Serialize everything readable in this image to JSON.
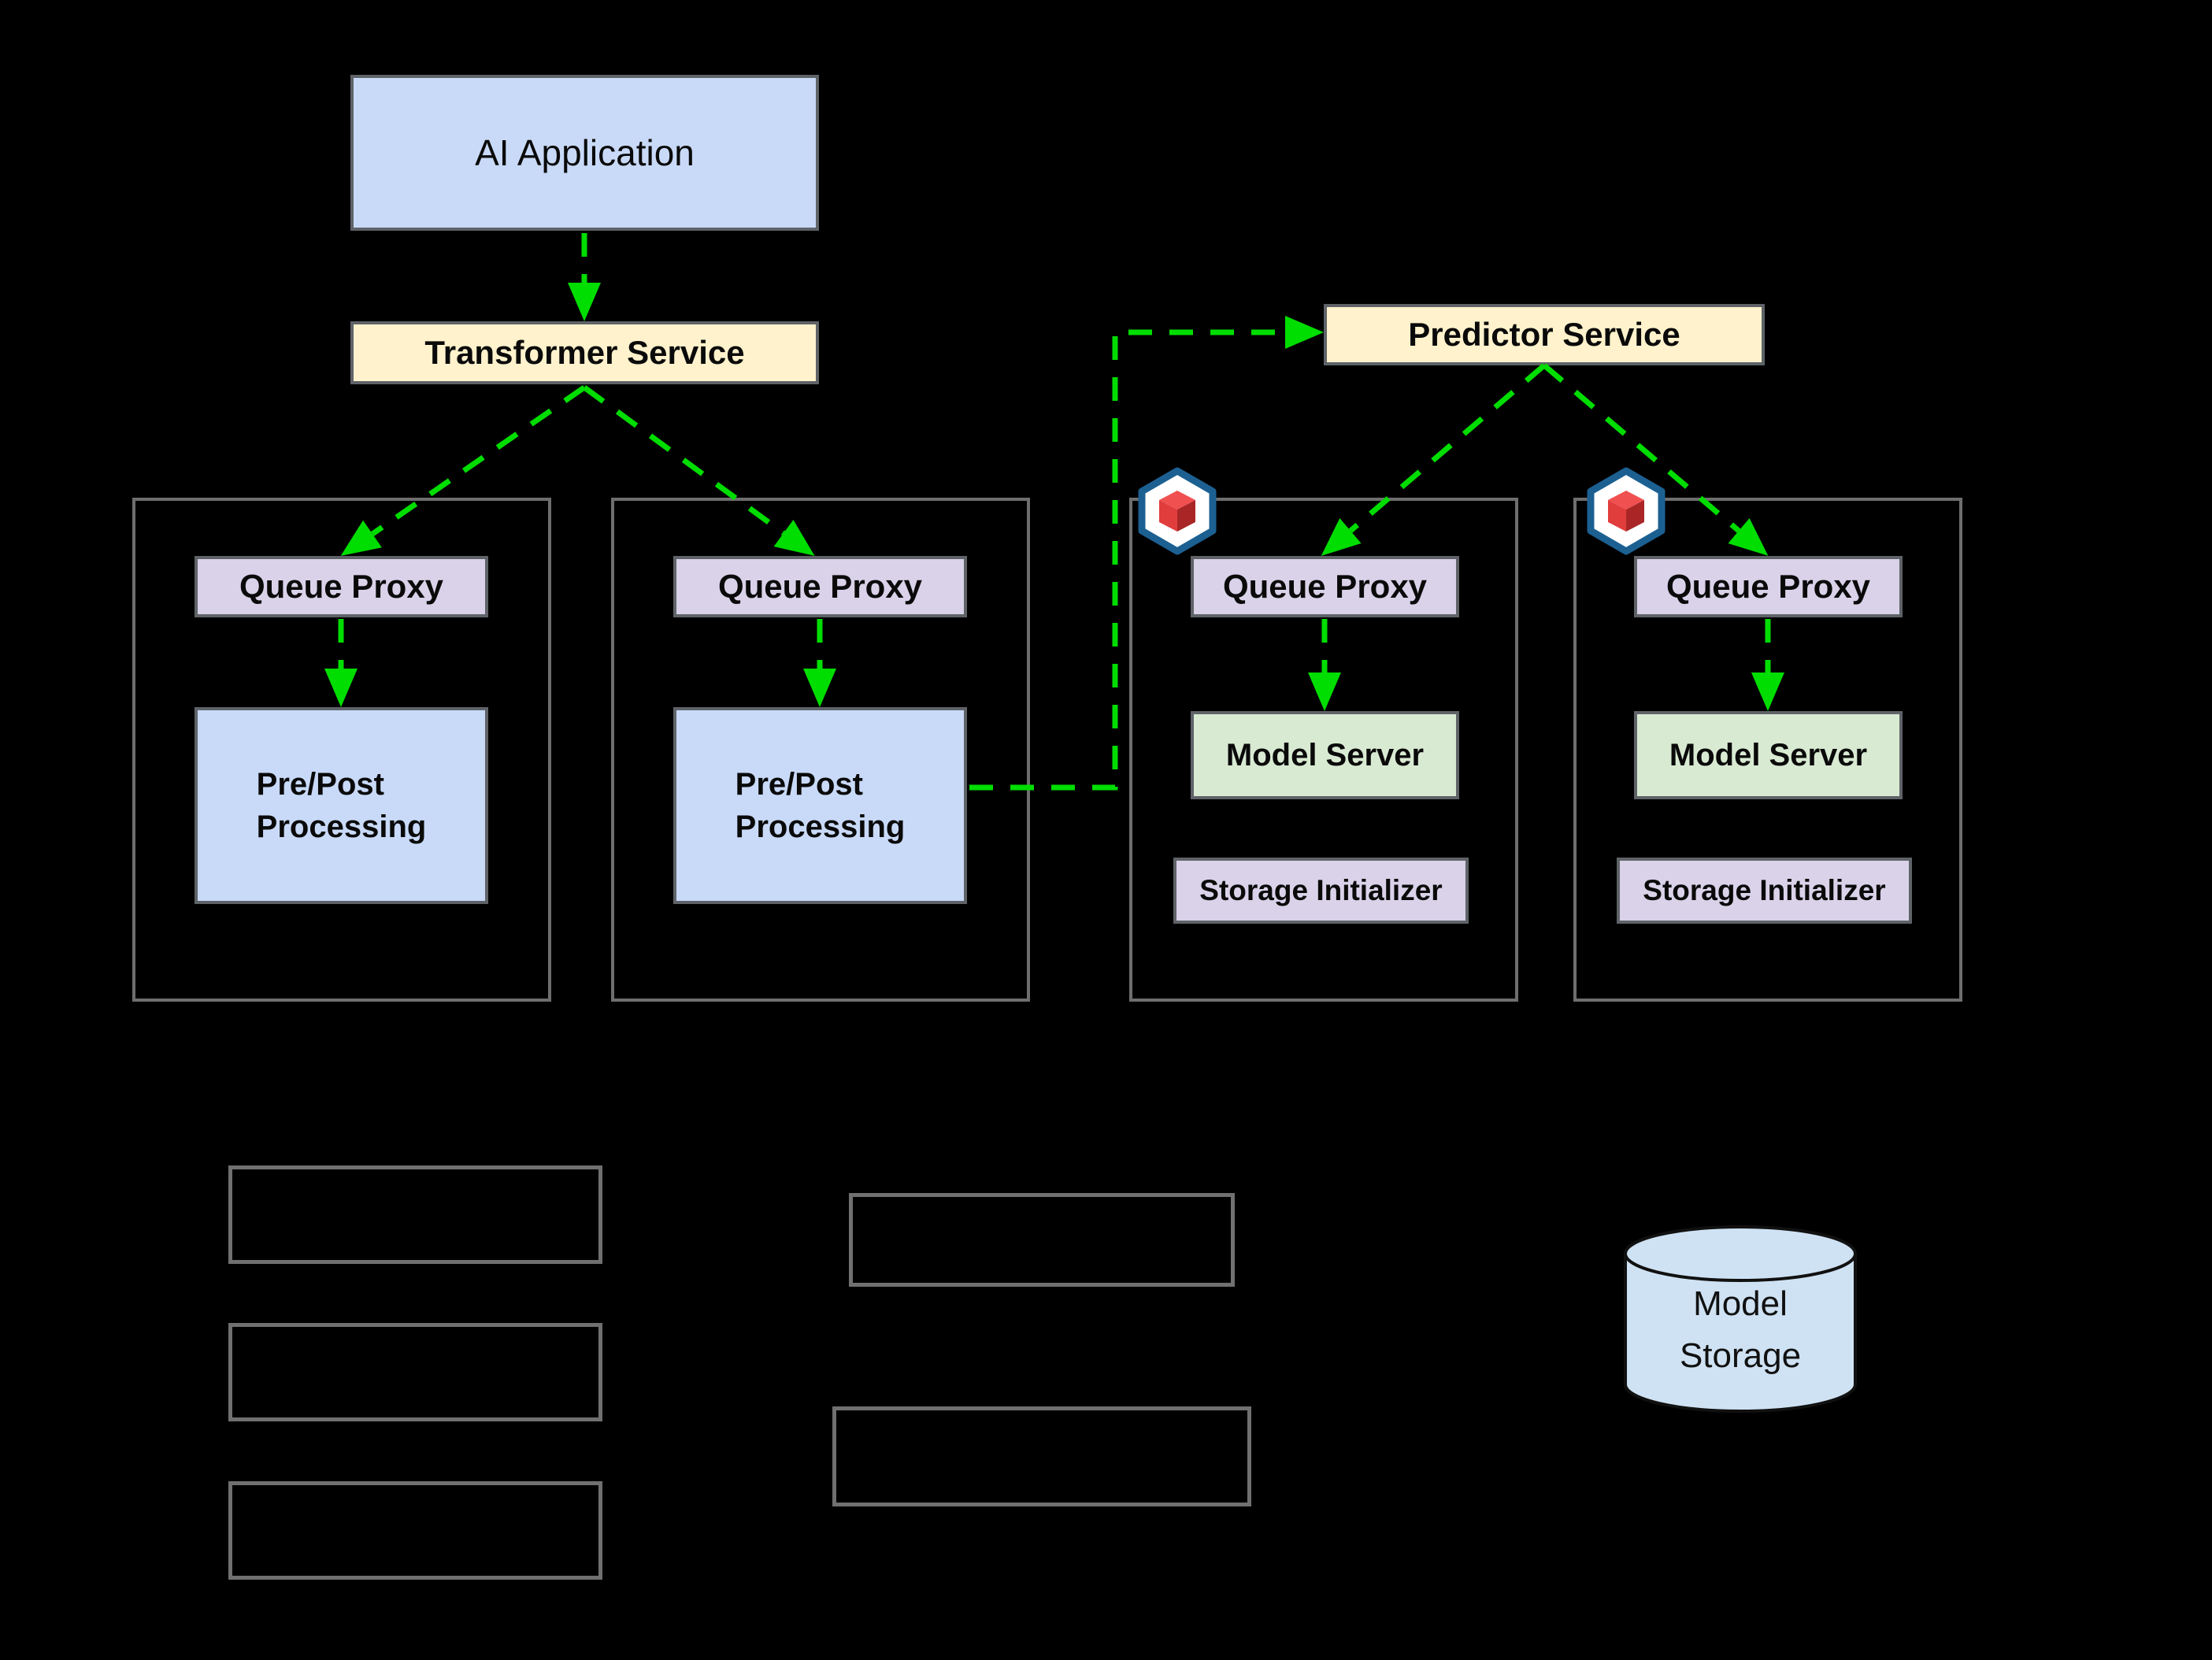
{
  "diagram": {
    "background_color": "#000000",
    "arrow_color": "#00dd00",
    "border_colors": {
      "inner_box": "#5f6368",
      "container": "#6e6e6e",
      "empty_box": "#707070"
    },
    "nodes": {
      "ai_application": {
        "label": "AI Application",
        "fill": "#c9daf8"
      },
      "transformer_service": {
        "label": "Transformer Service",
        "fill": "#fff2cc"
      },
      "predictor_service": {
        "label": "Predictor Service",
        "fill": "#fff2cc"
      },
      "queue_proxy": {
        "label": "Queue Proxy",
        "fill": "#d9d2e9"
      },
      "pre_post_processing": {
        "label": "Pre/Post\nProcessing",
        "fill": "#c9daf8"
      },
      "model_server": {
        "label": "Model Server",
        "fill": "#d9ead3"
      },
      "storage_initializer": {
        "label": "Storage Initializer",
        "fill": "#d9d2e9"
      },
      "model_storage": {
        "label": "Model\nStorage",
        "fill": "#cfe2f3"
      }
    },
    "icons": {
      "pod_icon": {
        "name": "pod-hexagon-red-cube",
        "hex_border": "#1c6092",
        "hex_fill": "#ffffff",
        "cube_top": "#f05050",
        "cube_left": "#e23d3d",
        "cube_right": "#aa2626"
      }
    },
    "empty_outline_boxes": {
      "left_column_count": 3,
      "middle_column_count": 2
    }
  }
}
